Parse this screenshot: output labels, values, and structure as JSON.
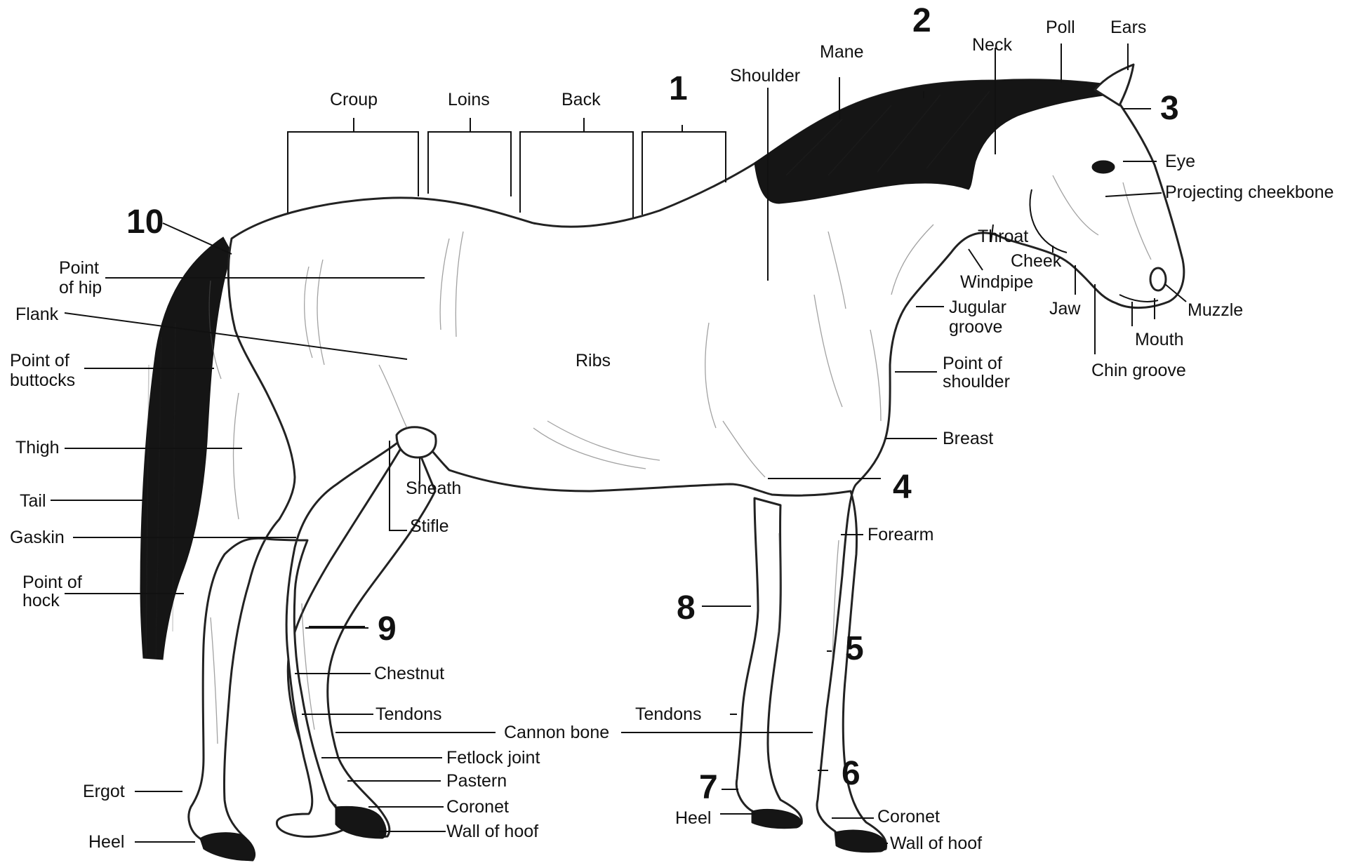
{
  "region_labels": {
    "croup": "Croup",
    "loins": "Loins",
    "back": "Back",
    "shoulder": "Shoulder",
    "mane": "Mane",
    "neck": "Neck",
    "poll": "Poll",
    "ears": "Ears",
    "eye": "Eye",
    "projecting_cheekbone": "Projecting cheekbone",
    "throat": "Throat",
    "cheek": "Cheek",
    "windpipe": "Windpipe",
    "muzzle": "Muzzle",
    "jaw": "Jaw",
    "mouth": "Mouth",
    "jugular_groove_1": "Jugular",
    "jugular_groove_2": "groove",
    "point_of_shoulder_1": "Point of",
    "point_of_shoulder_2": "shoulder",
    "chin_groove": "Chin groove",
    "breast": "Breast",
    "forearm": "Forearm",
    "ribs": "Ribs",
    "point_of_hip_1": "Point",
    "point_of_hip_2": "of hip",
    "flank": "Flank",
    "point_of_buttocks_1": "Point of",
    "point_of_buttocks_2": "buttocks",
    "thigh": "Thigh",
    "tail": "Tail",
    "gaskin": "Gaskin",
    "point_of_hock_1": "Point of",
    "point_of_hock_2": "hock",
    "sheath": "Sheath",
    "stifle": "Stifle",
    "chestnut": "Chestnut",
    "tendons_hind": "Tendons",
    "cannon_bone": "Cannon bone",
    "tendons_fore": "Tendons",
    "fetlock_joint": "Fetlock joint",
    "pastern": "Pastern",
    "coronet_hind": "Coronet",
    "wall_of_hoof_hind": "Wall of hoof",
    "ergot": "Ergot",
    "heel_hind": "Heel",
    "heel_fore": "Heel",
    "coronet_fore": "Coronet",
    "wall_of_hoof_fore": "Wall of hoof"
  },
  "numbered_markers": {
    "n1": "1",
    "n2": "2",
    "n3": "3",
    "n4": "4",
    "n5": "5",
    "n6": "6",
    "n7": "7",
    "n8": "8",
    "n9": "9",
    "n10": "10"
  }
}
